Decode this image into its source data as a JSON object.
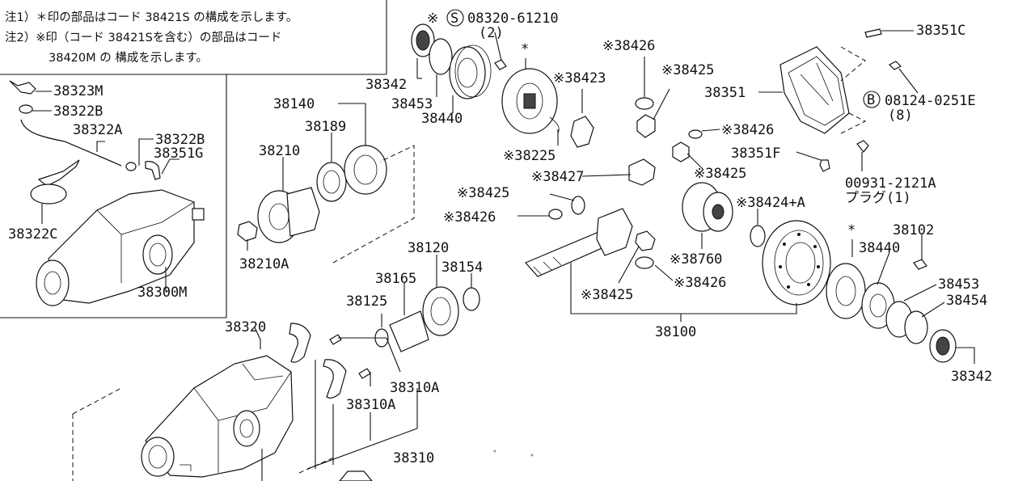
{
  "notes": {
    "line1": "注1）＊印の部品はコード 38421S の構成を示します。",
    "line2": "注2）※印（コード 38421Sを含む）の部品はコード",
    "line3": "38420M の 構成を示します。"
  },
  "labels": {
    "p38323M": "38323M",
    "p38322B_a": "38322B",
    "p38322A": "38322A",
    "p38322B_b": "38322B",
    "p38351G": "38351G",
    "p38322C": "38322C",
    "p38300M": "38300M",
    "p38342_a": "38342",
    "p38453_a": "38453",
    "p38440_a": "38440",
    "bolt_prefix": "※",
    "bolt_s": "S",
    "bolt_code": "08320-61210",
    "bolt_qty": "(2)",
    "asterisk_a": "*",
    "p38140": "38140",
    "p38189": "38189",
    "p38210": "38210",
    "p38210A": "38210A",
    "p38423": "※38423",
    "p38225": "※38225",
    "p38427": "※38427",
    "p38425_a": "※38425",
    "p38426_a": "※38426",
    "p38426_top": "※38426",
    "p38425_top": "※38425",
    "p38426_mid": "※38426",
    "p38425_mid": "※38425",
    "p38424": "※38424+A",
    "p38760": "※38760",
    "p38425_b": "※38425",
    "p38426_b": "※38426",
    "p38100": "38100",
    "p38351C": "38351C",
    "p38351": "38351",
    "b_circle": "B",
    "p08124": "08124-0251E",
    "p08124_qty": "(8)",
    "p38351F": "38351F",
    "p00931": "00931-2121A",
    "plug": "プラグ(1)",
    "asterisk_b": "*",
    "p38102": "38102",
    "p38440_b": "38440",
    "p38453_b": "38453",
    "p38454": "38454",
    "p38342_b": "38342",
    "p38120": "38120",
    "p38165": "38165",
    "p38154": "38154",
    "p38125": "38125",
    "p38320": "38320",
    "p38310A_a": "38310A",
    "p38310A_b": "38310A",
    "p38310": "38310"
  }
}
